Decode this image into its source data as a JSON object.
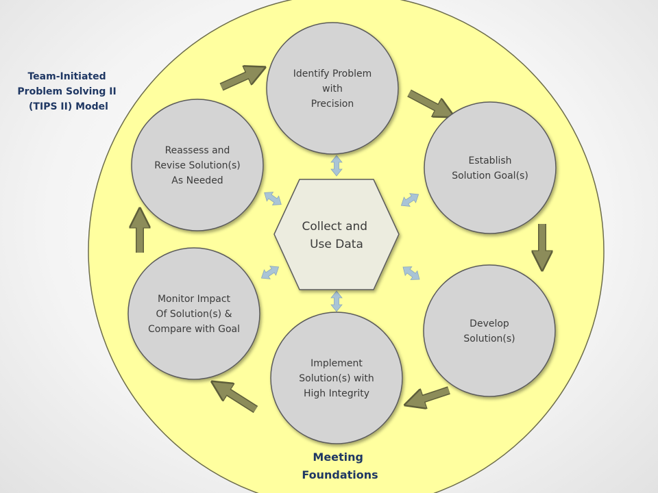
{
  "title": {
    "lines": [
      "Team-Initiated",
      "Problem Solving II",
      "(TIPS II) Model"
    ]
  },
  "footer": {
    "lines": [
      "Meeting",
      "Foundations"
    ]
  },
  "hub": {
    "lines": [
      "Collect and",
      "Use Data"
    ]
  },
  "steps": [
    {
      "lines": [
        "Identify Problem",
        "with",
        "Precision"
      ]
    },
    {
      "lines": [
        "Establish",
        "Solution Goal(s)"
      ]
    },
    {
      "lines": [
        "Develop",
        "Solution(s)"
      ]
    },
    {
      "lines": [
        "Implement",
        "Solution(s) with",
        "High Integrity"
      ]
    },
    {
      "lines": [
        "Monitor Impact",
        "Of Solution(s) &",
        "Compare with Goal"
      ]
    },
    {
      "lines": [
        "Reassess and",
        "Revise Solution(s)",
        "As Needed"
      ]
    }
  ],
  "colors": {
    "background_circle": "#ffff9f",
    "step_circle": "#d4d4d4",
    "hub_hexagon": "#ececdf",
    "cycle_arrow": "#8c8c5a",
    "data_arrow": "#a9c4d6",
    "title_text": "#1f3763"
  }
}
